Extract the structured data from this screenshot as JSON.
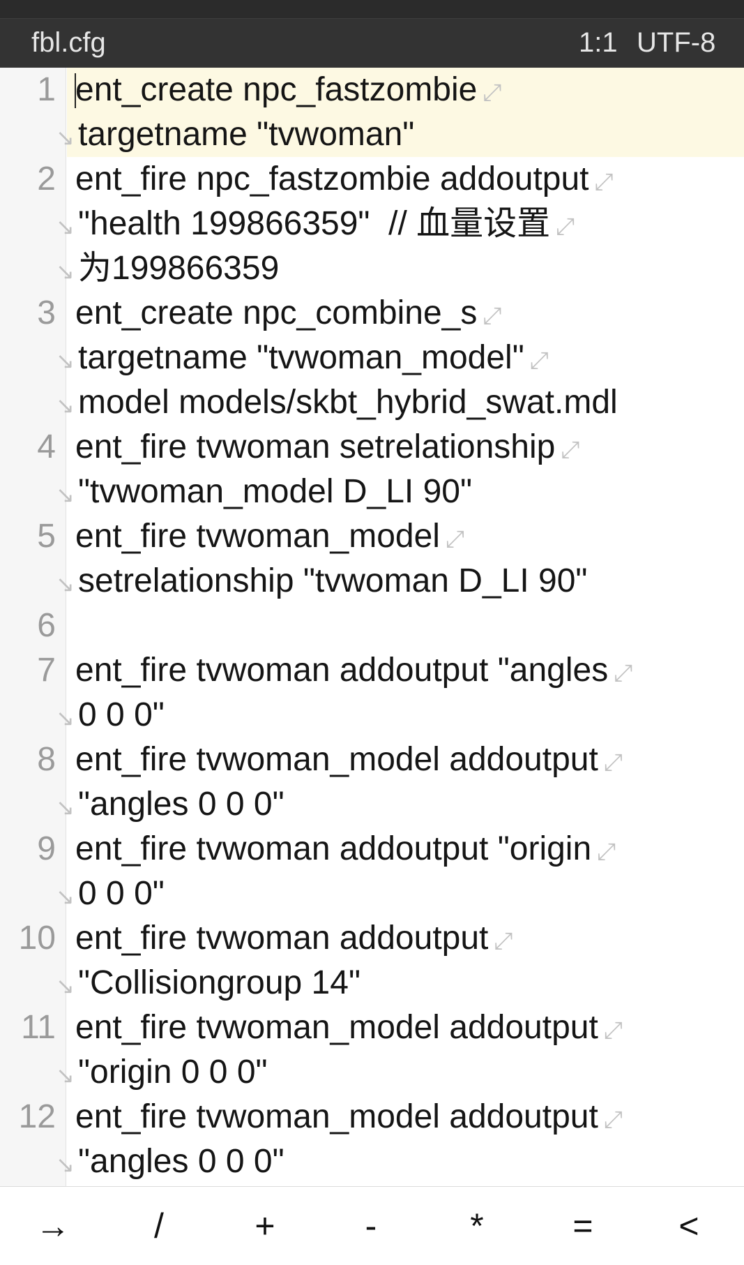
{
  "titlebar": {
    "filename": "fbl.cfg",
    "cursor_position": "1:1",
    "encoding": "UTF-8"
  },
  "editor": {
    "wrap_out_glyph": "⤢",
    "wrap_in_glyph": "↘",
    "lines": [
      {
        "num": "1",
        "segments": [
          "ent_create npc_fastzombie",
          "targetname \"tvwoman\""
        ]
      },
      {
        "num": "2",
        "segments": [
          "ent_fire npc_fastzombie addoutput",
          "\"health 199866359\"  // 血量设置",
          "为199866359"
        ]
      },
      {
        "num": "3",
        "segments": [
          "ent_create npc_combine_s",
          "targetname \"tvwoman_model\"",
          "model models/skbt_hybrid_swat.mdl"
        ]
      },
      {
        "num": "4",
        "segments": [
          "ent_fire tvwoman setrelationship",
          "\"tvwoman_model D_LI 90\""
        ]
      },
      {
        "num": "5",
        "segments": [
          "ent_fire tvwoman_model",
          "setrelationship \"tvwoman D_LI 90\""
        ]
      },
      {
        "num": "6",
        "segments": [
          ""
        ]
      },
      {
        "num": "7",
        "segments": [
          "ent_fire tvwoman addoutput \"angles",
          "0 0 0\""
        ]
      },
      {
        "num": "8",
        "segments": [
          "ent_fire tvwoman_model addoutput",
          "\"angles 0 0 0\""
        ]
      },
      {
        "num": "9",
        "segments": [
          "ent_fire tvwoman addoutput \"origin",
          "0 0 0\""
        ]
      },
      {
        "num": "10",
        "segments": [
          "ent_fire tvwoman addoutput",
          "\"Collisiongroup 14\""
        ]
      },
      {
        "num": "11",
        "segments": [
          "ent_fire tvwoman_model addoutput",
          "\"origin 0 0 0\""
        ]
      },
      {
        "num": "12",
        "segments": [
          "ent_fire tvwoman_model addoutput",
          "\"angles 0 0 0\""
        ]
      }
    ]
  },
  "keybar": {
    "keys": [
      "→",
      "/",
      "+",
      "-",
      "*",
      "=",
      "<"
    ]
  }
}
